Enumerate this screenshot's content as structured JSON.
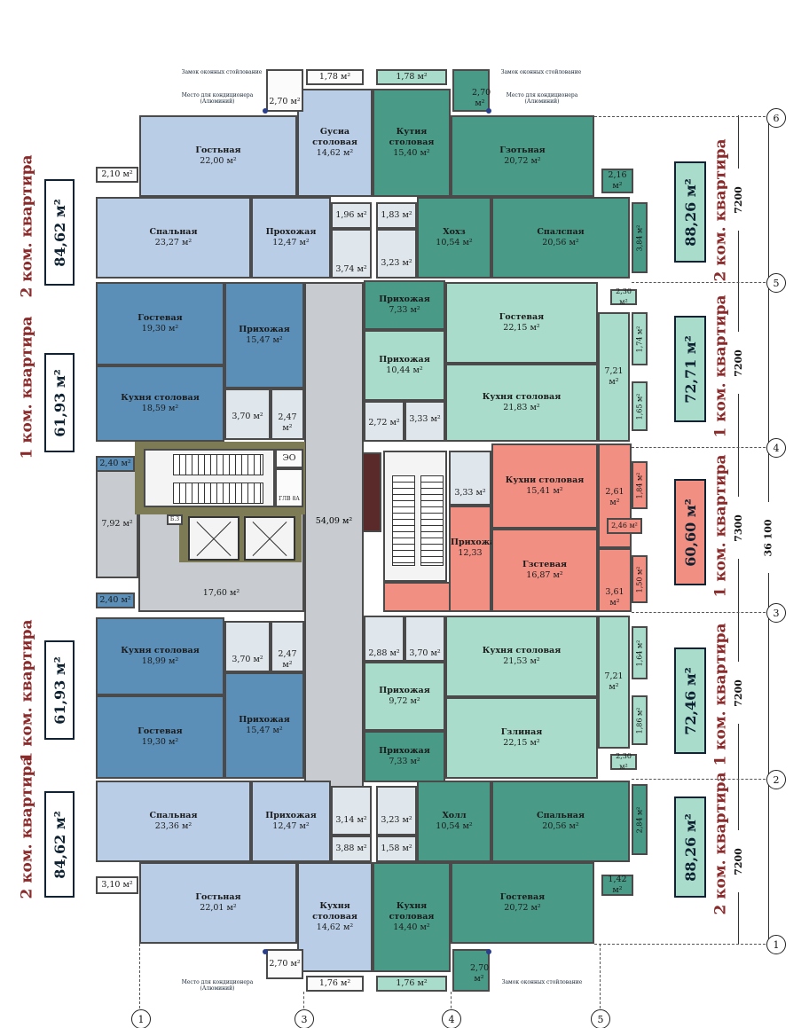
{
  "rooms": {
    "r1": {
      "name": "Гостьная",
      "area": "22,00 м²"
    },
    "r2": {
      "name": "Gусиа столовая",
      "area": "14,62 м²"
    },
    "r3": {
      "name": "Кутия столовая",
      "area": "15,40 м²"
    },
    "r4": {
      "name": "Гзотьная",
      "area": "20,72 м²"
    },
    "r5": {
      "name": "Спальная",
      "area": "23,27 м²"
    },
    "r6": {
      "name": "Прохожая",
      "area": "12,47 м²"
    },
    "r7": {
      "name": "Хохз",
      "area": "10,54 м²"
    },
    "r8": {
      "name": "Спалспая",
      "area": "20,56 м²"
    },
    "r9": {
      "name": "Гостевая",
      "area": "19,30 м²"
    },
    "r10": {
      "name": "Прихожая",
      "area": "15,47 м²"
    },
    "r11": {
      "name": "Прихожая",
      "area": "7,33 м²"
    },
    "r12": {
      "name": "Гостевая",
      "area": "22,15 м²"
    },
    "r13": {
      "name": "Кухня столовая",
      "area": "18,59 м²"
    },
    "r14": {
      "name": "Прихожая",
      "area": "10,44 м²"
    },
    "r15": {
      "name": "Кухня столовая",
      "area": "21,83 м²"
    },
    "r16": {
      "name": "Кухни столовая",
      "area": "15,41 м²"
    },
    "r17": {
      "name": "Прихожая",
      "area": "12,33"
    },
    "r18": {
      "name": "Гзстевая",
      "area": "16,87 м²"
    },
    "r19": {
      "name": "Кухня столовая",
      "area": "18,99 м²"
    },
    "r20": {
      "name": "Кухня столовая",
      "area": "21,53 м²"
    },
    "r21": {
      "name": "Прихожая",
      "area": "9,72 м²"
    },
    "r22": {
      "name": "Гостевая",
      "area": "19,30 м²"
    },
    "r23": {
      "name": "Прихожая",
      "area": "15,47 м²"
    },
    "r24": {
      "name": "Гзлиная",
      "area": "22,15 м²"
    },
    "r25": {
      "name": "Прихожая",
      "area": "7,33 м²"
    },
    "r26": {
      "name": "Спальная",
      "area": "23,36 м²"
    },
    "r27": {
      "name": "Прихожая",
      "area": "12,47 м²"
    },
    "r28": {
      "name": "Холл",
      "area": "10,54 м²"
    },
    "r29": {
      "name": "Спальная",
      "area": "20,56 м²"
    },
    "r30": {
      "name": "Гостьная",
      "area": "22,01 м²"
    },
    "r31": {
      "name": "Кухня столовая",
      "area": "14,62 м²"
    },
    "r32": {
      "name": "Кухня столовая",
      "area": "14,40 м²"
    },
    "r33": {
      "name": "Гостевая",
      "area": "20,72 м²"
    },
    "corridor": {
      "name": "",
      "area": "54,09 м²"
    },
    "hall": {
      "name": "",
      "area": "17,60 м²"
    },
    "lobby": {
      "name": "",
      "area": "7,92 м²"
    }
  },
  "small_areas": {
    "a1": "1,78 м²",
    "a2": "1,78 м²",
    "a3": "2,70 м²",
    "a4": "2,70 м²",
    "a5": "2,10 м²",
    "a6": "2,16 м²",
    "a7": "1,96 м²",
    "a8": "1,83 м²",
    "a9": "3,74 м²",
    "a10": "3,23 м²",
    "a11": "3,84 м²",
    "a12": "2,30 м²",
    "a13": "1,74 м²",
    "a14": "7,21 м²",
    "a15": "3,70 м²",
    "a16": "2,47 м²",
    "a17": "2,72 м²",
    "a18": "3,33 м²",
    "a19": "1,65 м²",
    "a20": "2,40 м²",
    "a21": "3,33 м²",
    "a22": "2,61 м²",
    "a23": "1,84 м²",
    "a24": "2,46 м²",
    "a25": "1,50 м²",
    "a26": "3,61 м²",
    "a27": "2,40 м²",
    "a28": "3,70 м²",
    "a29": "2,47 м²",
    "a30": "2,88 м²",
    "a31": "3,70 м²",
    "a32": "1,64 м²",
    "a33": "7,21 м²",
    "a34": "1,86 м²",
    "a35": "2,30 м²",
    "a36": "3,14 м²",
    "a37": "3,23 м²",
    "a38": "3,88 м²",
    "a39": "1,58 м²",
    "a40": "2,84 м²",
    "a41": "3,10 м²",
    "a42": "1,42 м²",
    "a43": "2,70 м²",
    "a44": "2,70 м²",
    "a45": "1,76 м²",
    "a46": "1,76 м²"
  },
  "left_labels": {
    "l1": "2 ком. квартира",
    "l2": "1 ком. квартира",
    "l3": "1 ком. квартира",
    "l4": "2 ком. квартира"
  },
  "left_badges": {
    "b1": "84,62 м²",
    "b2": "61,93 м²",
    "b3": "61,93 м²",
    "b4": "84,62 м²"
  },
  "right_labels": {
    "l1": "2 ком. квартира",
    "l2": "1 ком. квартира",
    "l3": "1 ком. квартира",
    "l4": "1 ком. квартира",
    "l5": "2 ком. квартира"
  },
  "right_badges": {
    "b1": "88,26 м²",
    "b2": "72,71 м²",
    "b3": "60,60 м²",
    "b4": "72,46 м²",
    "b5": "88,26 м²"
  },
  "dims": {
    "d1": "7200",
    "d2": "7200",
    "d3": "7300",
    "d4": "7200",
    "d5": "7200",
    "total": "36 100"
  },
  "axes_right": [
    "6",
    "5",
    "4",
    "3",
    "2",
    "1"
  ],
  "axes_bottom": [
    "1",
    "3",
    "4",
    "5"
  ],
  "misc": {
    "eo": "ЭО",
    "shaft": "ГЛВ 8А",
    "b3": "Б.3"
  },
  "notes": {
    "n1": "Место для кондиционера (Алюминий)",
    "n2": "Замок оконных стойлование",
    "n3": "Место для кондиционера (Алюминий)",
    "n4": "Замок оконных стойлование",
    "n5": "Место для кондиционера (Алюминий)",
    "n6": "Замок оконных стойлование"
  },
  "colors": {
    "blue": "#5b8fb8",
    "light_blue": "#b9cde6",
    "teal": "#4a9a88",
    "light_teal": "#a9dccb",
    "salmon": "#f28f83",
    "corridor": "#c8cbd0",
    "label_red": "#8a2a2a",
    "wall": "#7d7a56"
  }
}
